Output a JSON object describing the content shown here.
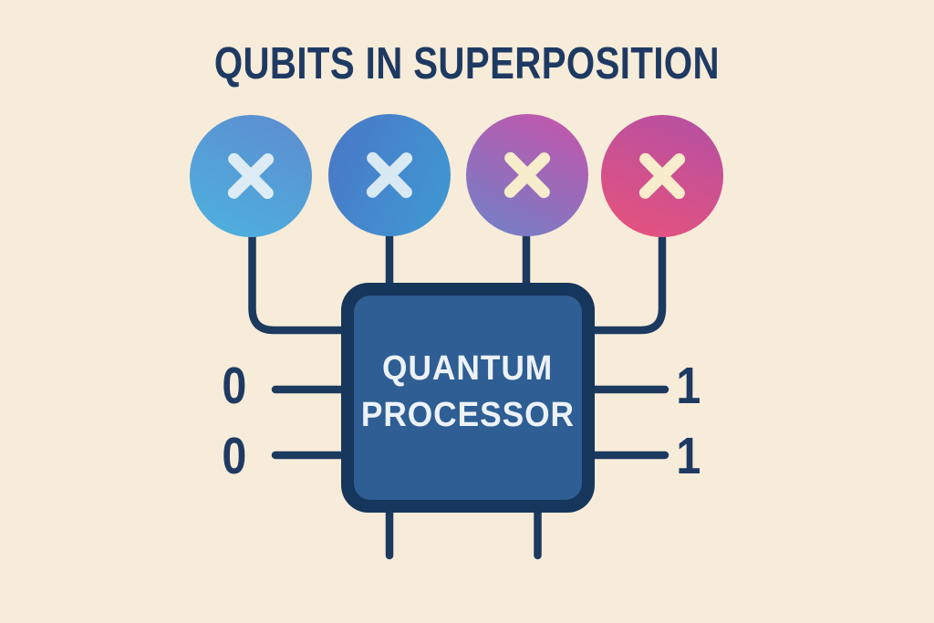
{
  "title": "QUBITS IN SUPERPOSITION",
  "processor": {
    "line1": "QUANTUM",
    "line2": "PROCESSOR"
  },
  "qubits": [
    {
      "name": "qubit-1",
      "icon": "x-icon",
      "gradient_angle": "205deg",
      "gradient_from": "#5e8bd0",
      "gradient_to": "#4cb2de",
      "x_color": "#ddecf4"
    },
    {
      "name": "qubit-2",
      "icon": "x-icon",
      "gradient_angle": "115deg",
      "gradient_from": "#4a76c6",
      "gradient_to": "#3f9ad4",
      "x_color": "#d8e9f3"
    },
    {
      "name": "qubit-3",
      "icon": "x-icon",
      "gradient_angle": "205deg",
      "gradient_from": "#c853aa",
      "gradient_to": "#6e82c8",
      "x_color": "#f7eccb"
    },
    {
      "name": "qubit-4",
      "icon": "x-icon",
      "gradient_angle": "200deg",
      "gradient_from": "#b350a4",
      "gradient_to": "#e8527b",
      "x_color": "#f7eccb"
    }
  ],
  "bits": {
    "left": [
      "0",
      "0"
    ],
    "right": [
      "1",
      "1"
    ]
  },
  "colors": {
    "background": "#f7ecd9",
    "line_navy": "#1c3a5f",
    "text_navy": "#1e3a63",
    "box_border": "#17365c",
    "box_fill": "#2e5e93",
    "box_text": "#edf2f7"
  }
}
